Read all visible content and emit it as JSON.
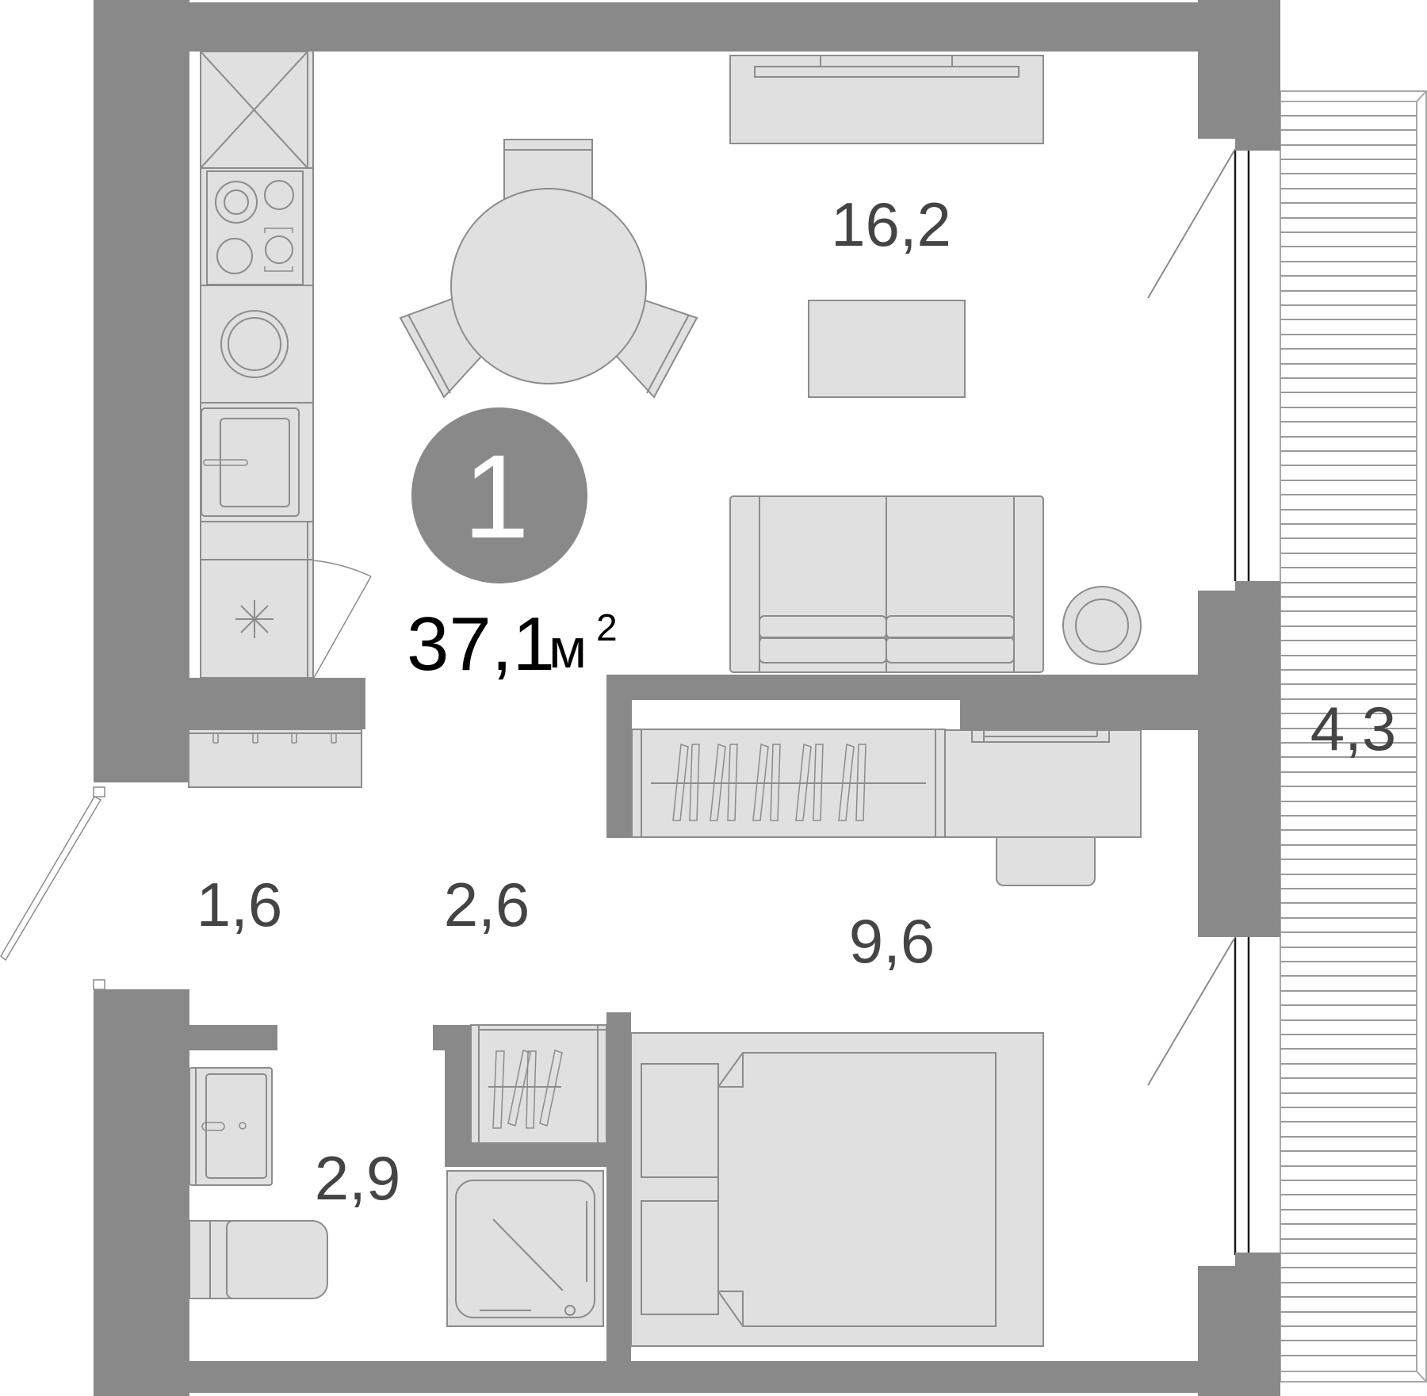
{
  "plan": {
    "room_count_badge": "1",
    "total_area_value": "37,1",
    "total_area_unit": "м",
    "total_area_exponent": "2",
    "colors": {
      "wall": "#898989",
      "furniture_fill": "#e0e0e0",
      "furniture_stroke": "#8c8c8c",
      "label_text": "#444444",
      "total_text": "#000000",
      "badge_text": "#ffffff"
    }
  },
  "rooms": [
    {
      "id": "living-kitchen",
      "area": "16,2"
    },
    {
      "id": "balcony",
      "area": "4,3"
    },
    {
      "id": "entry-hall",
      "area": "1,6"
    },
    {
      "id": "corridor",
      "area": "2,6"
    },
    {
      "id": "bedroom",
      "area": "9,6"
    },
    {
      "id": "bathroom",
      "area": "2,9"
    }
  ]
}
